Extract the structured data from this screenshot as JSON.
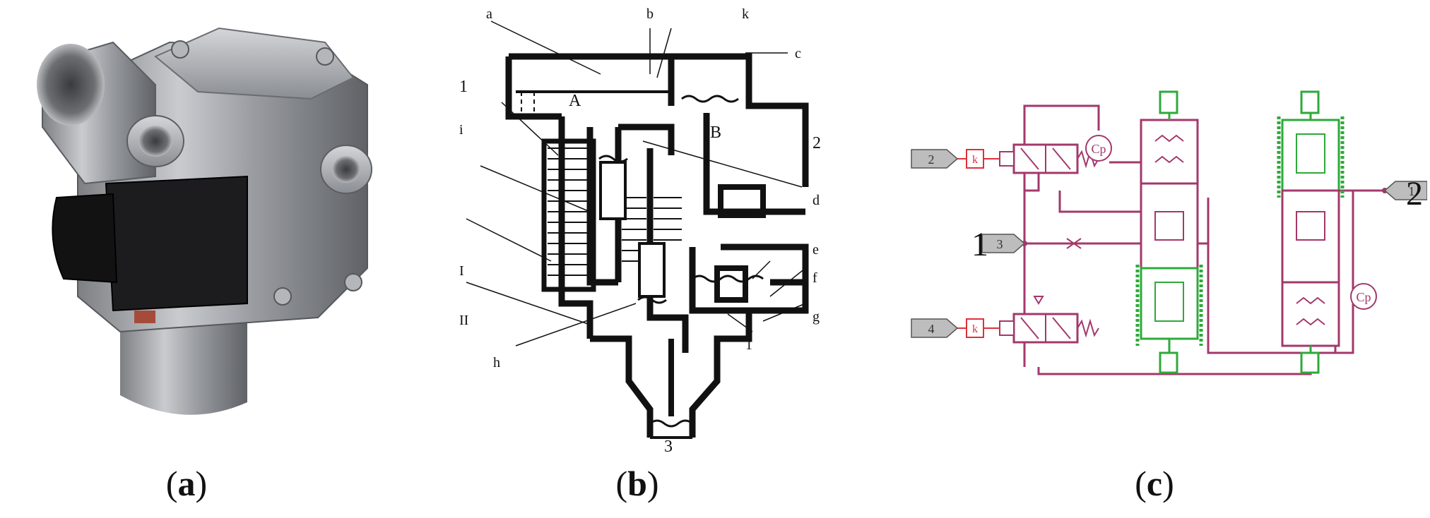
{
  "captions": {
    "a": "a",
    "b": "b",
    "c": "c"
  },
  "section_diagram": {
    "labels": {
      "a": "a",
      "b": "b",
      "k": "k",
      "c": "c",
      "port1": "1",
      "A": "A",
      "B": "B",
      "port2": "2",
      "i": "i",
      "d": "d",
      "I": "I",
      "e": "e",
      "f": "f",
      "II": "II",
      "g": "g",
      "h": "h",
      "l": "1",
      "port3": "3"
    }
  },
  "circuit_diagram": {
    "port_tags": {
      "top": "2",
      "middle": "3",
      "bottom": "4",
      "right": "1"
    },
    "k_labels": {
      "top": "k",
      "bottom": "k"
    },
    "cp_labels": {
      "left": "Cp",
      "right": "Cp"
    },
    "big_labels": {
      "port1": "1",
      "port2": "2"
    },
    "colors": {
      "magenta": "#a3386b",
      "green": "#2eaa3a",
      "red": "#e0303a",
      "tag_fill": "#bdbdbd"
    }
  }
}
